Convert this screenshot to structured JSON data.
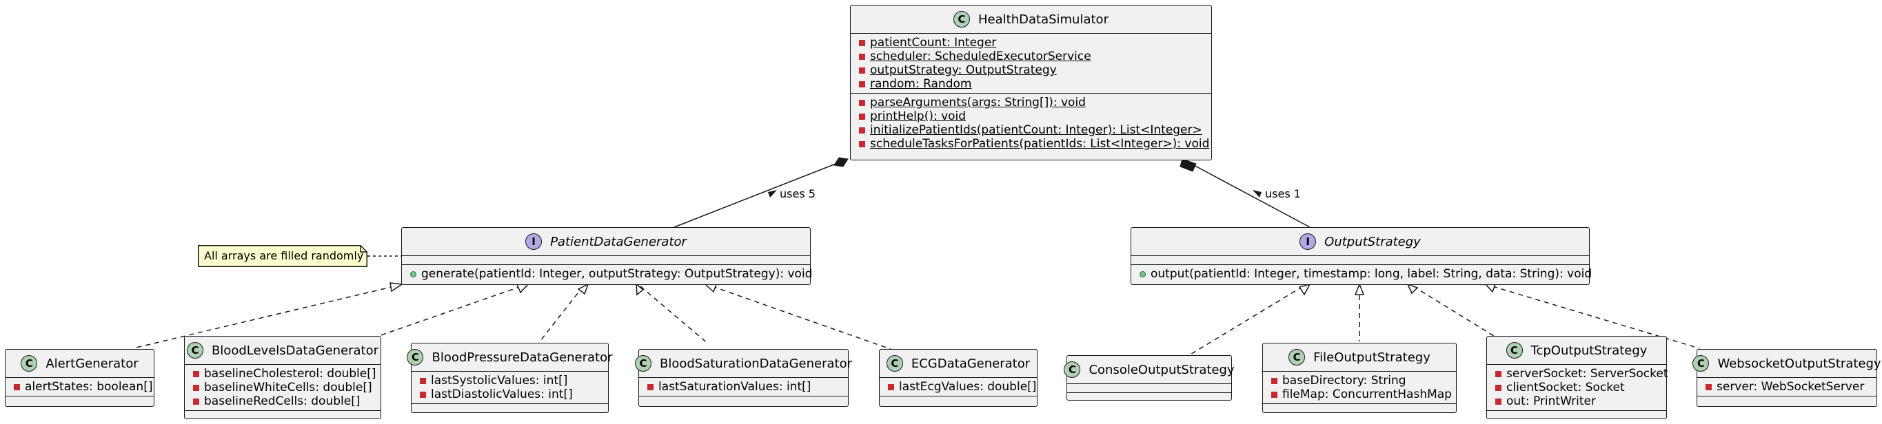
{
  "health": {
    "name": "HealthDataSimulator",
    "fields": [
      "patientCount: Integer",
      "scheduler: ScheduledExecutorService",
      "outputStrategy: OutputStrategy",
      "random: Random"
    ],
    "methods": [
      "parseArguments(args: String[]): void",
      "printHelp(): void",
      "initializePatientIds(patientCount: Integer): List<Integer>",
      "scheduleTasksForPatients(patientIds: List<Integer>): void"
    ]
  },
  "patient_gen": {
    "name": "PatientDataGenerator",
    "methods": [
      "generate(patientId: Integer, outputStrategy: OutputStrategy): void"
    ]
  },
  "output_strategy": {
    "name": "OutputStrategy",
    "methods": [
      "output(patientId: Integer, timestamp: long, label: String, data: String): void"
    ]
  },
  "alert": {
    "name": "AlertGenerator",
    "fields": [
      "alertStates: boolean[]"
    ]
  },
  "blood_levels": {
    "name": "BloodLevelsDataGenerator",
    "fields": [
      "baselineCholesterol: double[]",
      "baselineWhiteCells: double[]",
      "baselineRedCells: double[]"
    ]
  },
  "blood_pressure": {
    "name": "BloodPressureDataGenerator",
    "fields": [
      "lastSystolicValues: int[]",
      "lastDiastolicValues: int[]"
    ]
  },
  "blood_saturation": {
    "name": "BloodSaturationDataGenerator",
    "fields": [
      "lastSaturationValues: int[]"
    ]
  },
  "ecg": {
    "name": "ECGDataGenerator",
    "fields": [
      "lastEcgValues: double[]"
    ]
  },
  "console": {
    "name": "ConsoleOutputStrategy"
  },
  "file": {
    "name": "FileOutputStrategy",
    "fields": [
      "baseDirectory: String",
      "fileMap: ConcurrentHashMap"
    ]
  },
  "tcp": {
    "name": "TcpOutputStrategy",
    "fields": [
      "serverSocket: ServerSocket",
      "clientSocket: Socket",
      "out: PrintWriter"
    ]
  },
  "websocket": {
    "name": "WebsocketOutputStrategy",
    "fields": [
      "server: WebSocketServer"
    ]
  },
  "note": "All arrays are filled randomly",
  "edge_labels": {
    "uses5": "uses 5",
    "uses1": "uses 1"
  },
  "stereotypes": {
    "class": "C",
    "interface": "I"
  },
  "colors": {
    "box_fill": "#f1f1f1",
    "border": "#181818",
    "class_badge": "#add1b2",
    "interface_badge": "#b4a7e5",
    "private_mark": "#c82930",
    "public_mark": "#84be84",
    "note_fill": "#fefece"
  }
}
